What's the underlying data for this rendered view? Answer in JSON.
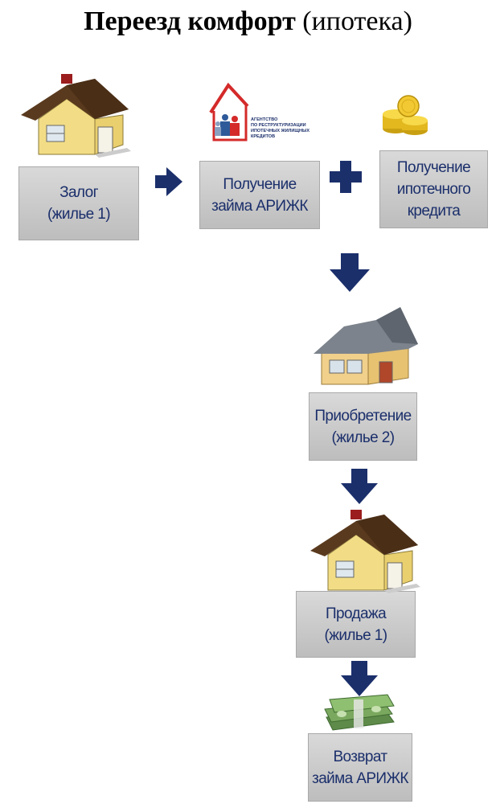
{
  "title": {
    "bold": "Переезд комфорт",
    "normal": "(ипотека)"
  },
  "logo": {
    "text": "АГЕНТСТВО\nПО РЕСТРУКТУРИЗАЦИИ\nИПОТЕЧНЫХ ЖИЛИЩНЫХ\nКРЕДИТОВ"
  },
  "steps": {
    "pledge": "Залог\n(жилье 1)",
    "loan": "Получение\nзайма АРИЖК",
    "mortgage": "Получение\nипотечного\nкредита",
    "purchase": "Приобретение\n(жилье 2)",
    "sale": "Продажа\n(жилье 1)",
    "repay": "Возврат\nзайма АРИЖК"
  },
  "colors": {
    "arrow": "#1b2f6b",
    "text": "#1b2f6b",
    "box": "#c9c9c9"
  }
}
